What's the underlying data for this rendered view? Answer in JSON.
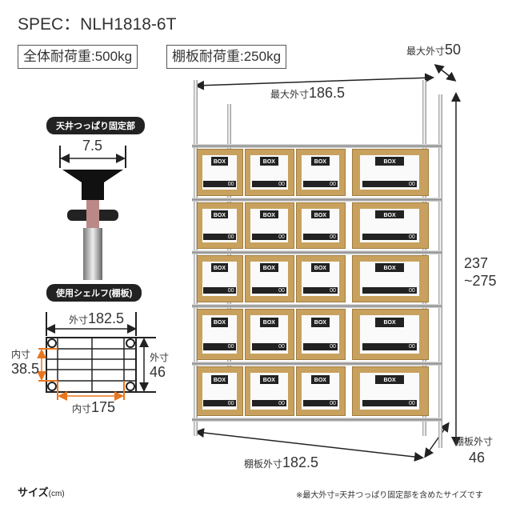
{
  "spec_title": "SPEC：NLH1818-6T",
  "load_total": "全体耐荷重:500kg",
  "load_shelf": "棚板耐荷重:250kg",
  "max_depth": {
    "label": "最大外寸",
    "value": "50"
  },
  "max_width": {
    "label": "最大外寸",
    "value": "186.5"
  },
  "height": {
    "value1": "237",
    "value2": "~275"
  },
  "shelf_depth": {
    "label": "棚板外寸",
    "value": "46"
  },
  "shelf_width": {
    "label": "棚板外寸",
    "value": "182.5"
  },
  "ceiling_part": {
    "title": "天井つっぱり固定部",
    "value": "7.5"
  },
  "shelf_panel": {
    "title": "使用シェルフ(棚板)",
    "outer_w_label": "外寸",
    "outer_w": "182.5",
    "inner_d_label": "内寸",
    "inner_d": "38.5",
    "outer_d_label": "外寸",
    "outer_d": "46",
    "inner_w_label": "内寸",
    "inner_w": "175"
  },
  "box": {
    "label": "BOX",
    "num": "00"
  },
  "footer": {
    "size_label": "サイズ",
    "unit": "(cm)",
    "note": "※最大外寸=天井つっぱり固定部を含めたサイズです"
  },
  "colors": {
    "accent": "#e8761e",
    "box": "#c9a15e"
  }
}
